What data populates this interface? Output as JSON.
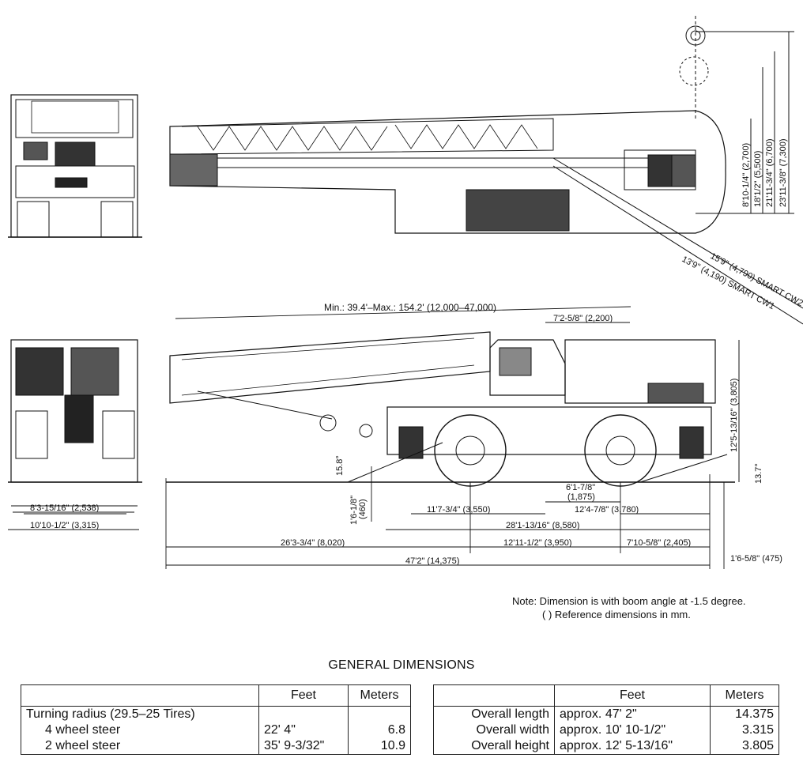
{
  "dimension_labels": {
    "front_top_width_in": "8'3-15/16\" (2,538)",
    "front_top_overall": "10'10-1/2\" (3,315)",
    "boom_range": "Min.: 39.4'–Max.: 154.2' (12,000–47,000)",
    "cab_length": "7'2-5/8\" (2,200)",
    "height_8": "8'10-1/4\" (2,700)",
    "height_18": "18'1/2\" (5,500)",
    "height_21": "21'11-3/4\" (6,700)",
    "height_23": "23'11-3/8\" (7,300)",
    "swing_cw2": "15'9\" (4,790) SMART CW2",
    "swing_cw1": "13'9\" (4,190) SMART CW1",
    "overall_height_label": "12'5-13/16\" (3,805)",
    "approach_angle": "15.8°",
    "departure_angle": "13.7°",
    "ground_clearance": "1'6-1/8\"",
    "ground_clearance_mm": "(460)",
    "axle_offset": "6'1-7/8\"",
    "axle_offset_mm": "(1,875)",
    "front_to_axle": "11'7-3/4\" (3,550)",
    "rear_overhang": "12'4-7/8\" (3,780)",
    "wheelbase_total": "28'1-13/16\" (8,580)",
    "front_overhang": "26'3-3/4\" (8,020)",
    "wheelbase": "12'11-1/2\" (3,950)",
    "tail": "7'10-5/8\" (2,405)",
    "overall_length": "47'2\" (14,375)",
    "tail_extra": "1'6-5/8\" (475)"
  },
  "note": {
    "line1": "Note: Dimension is with boom angle at -1.5 degree.",
    "line2": "( ) Reference dimensions in mm."
  },
  "heading": "GENERAL DIMENSIONS",
  "left_table": {
    "headers": [
      "",
      "Feet",
      "Meters"
    ],
    "title": "Turning radius (29.5–25 Tires)",
    "rows": [
      {
        "label": "4 wheel steer",
        "feet": "22' 4\"",
        "meters": "6.8"
      },
      {
        "label": "2 wheel steer",
        "feet": "35' 9-3/32\"",
        "meters": "10.9"
      }
    ]
  },
  "right_table": {
    "headers": [
      "",
      "Feet",
      "Meters"
    ],
    "rows": [
      {
        "label": "Overall length",
        "feet": "approx. 47' 2\"",
        "meters": "14.375"
      },
      {
        "label": "Overall width",
        "feet": "approx. 10' 10-1/2\"",
        "meters": "3.315"
      },
      {
        "label": "Overall height",
        "feet": "approx. 12' 5-13/16\"",
        "meters": "3.805"
      }
    ]
  }
}
